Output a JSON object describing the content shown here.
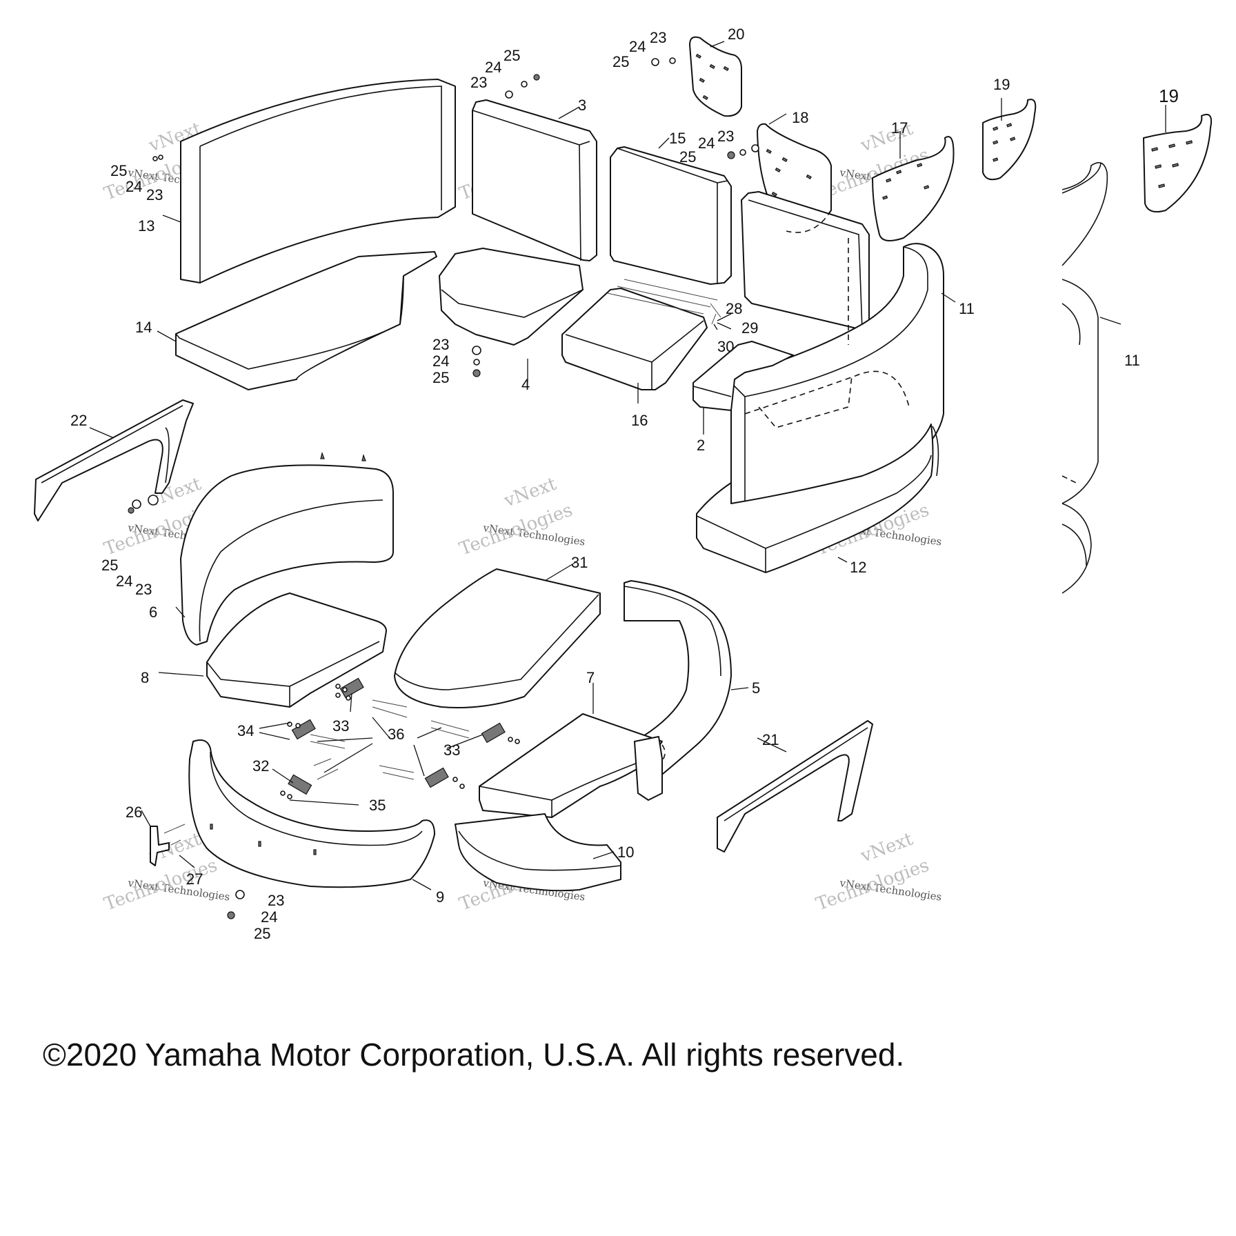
{
  "diagram": {
    "part_labels": [
      "2",
      "3",
      "4",
      "5",
      "6",
      "7",
      "8",
      "9",
      "10",
      "11",
      "12",
      "13",
      "14",
      "15",
      "16",
      "17",
      "18",
      "19",
      "20",
      "21",
      "22",
      "26",
      "27",
      "28",
      "29",
      "30",
      "31",
      "32",
      "33",
      "34",
      "35",
      "36"
    ],
    "hardware_labels": [
      "23",
      "24",
      "25"
    ],
    "watermark": {
      "line1": "vNext",
      "line2": "vNext Technologies",
      "line3": "Technologies"
    }
  },
  "footer": {
    "copyright": "©2020 Yamaha Motor Corporation, U.S.A. All rights reserved."
  }
}
